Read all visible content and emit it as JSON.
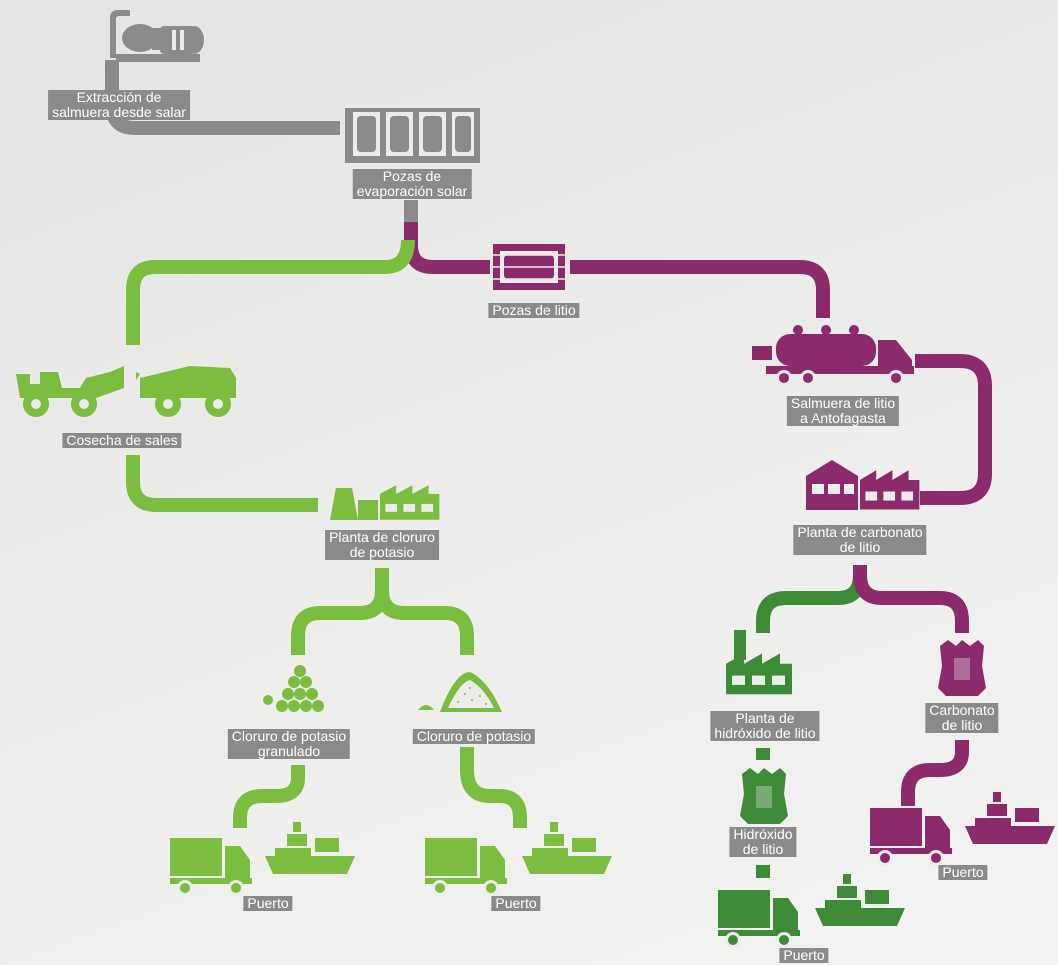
{
  "colors": {
    "gray": "#8b8b8b",
    "light_green": "#7bbd3f",
    "dark_green": "#3d8b37",
    "purple": "#8b2b6b",
    "label_bg": "#8a8a8a"
  },
  "nodes": {
    "brine_extraction": {
      "line1": "Extracción de",
      "line2": "salmuera desde salar",
      "icon": "pump-icon"
    },
    "solar_ponds": {
      "line1": "Pozas de",
      "line2": "evaporación solar",
      "icon": "evaporation-ponds-icon"
    },
    "lithium_ponds": {
      "label": "Pozas de litio",
      "icon": "lithium-pond-icon"
    },
    "salt_harvest": {
      "label": "Cosecha de sales",
      "icon": "loader-and-dump-truck-icon"
    },
    "kcl_plant": {
      "line1": "Planta de cloruro",
      "line2": "de potasio",
      "icon": "factory-icon"
    },
    "granulated_kcl": {
      "line1": "Cloruro de potasio",
      "line2": "granulado",
      "icon": "granules-icon"
    },
    "kcl": {
      "label": "Cloruro de potasio",
      "icon": "powder-pile-icon"
    },
    "port_green_1": {
      "label": "Puerto",
      "icon": "truck-and-ship-icon"
    },
    "port_green_2": {
      "label": "Puerto",
      "icon": "truck-and-ship-icon"
    },
    "brine_transport": {
      "line1": "Salmuera de litio",
      "line2": "a Antofagasta",
      "icon": "tanker-truck-icon"
    },
    "carbonate_plant": {
      "line1": "Planta de carbonato",
      "line2": "de litio",
      "icon": "factory-icon"
    },
    "hydroxide_plant": {
      "line1": "Planta de",
      "line2": "hidróxido de litio",
      "icon": "factory-icon"
    },
    "lithium_carbonate": {
      "line1": "Carbonato",
      "line2": "de litio",
      "icon": "bag-icon"
    },
    "lithium_hydroxide": {
      "line1": "Hidróxido",
      "line2": "de litio",
      "icon": "bag-icon"
    },
    "port_dark_green": {
      "label": "Puerto",
      "icon": "truck-and-ship-icon"
    },
    "port_purple": {
      "label": "Puerto",
      "icon": "truck-and-ship-icon"
    }
  }
}
